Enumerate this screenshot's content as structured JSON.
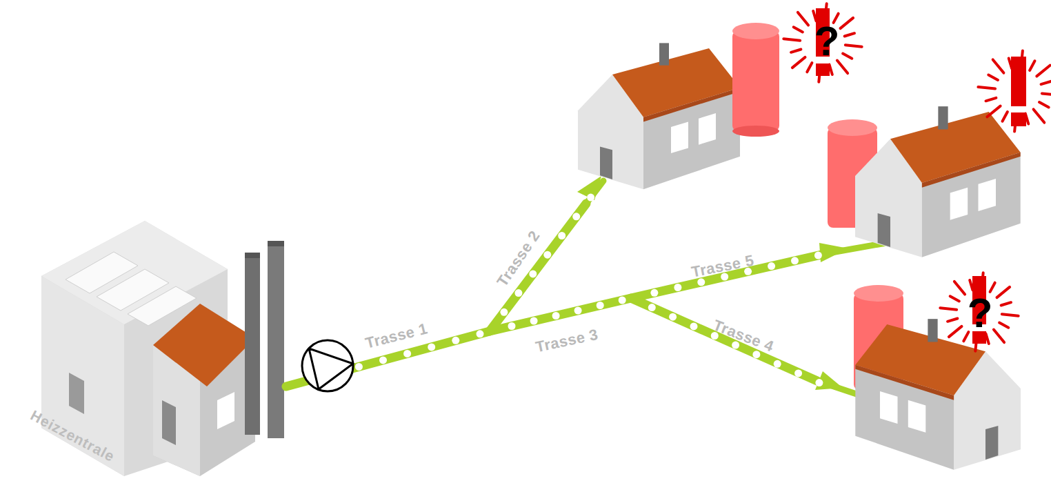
{
  "diagram": {
    "labels": [
      "Heizzentrale",
      "Trasse 1",
      "Trasse 2",
      "Trasse 3",
      "Trasse 4",
      "Trasse 5",
      "?",
      "?"
    ]
  }
}
